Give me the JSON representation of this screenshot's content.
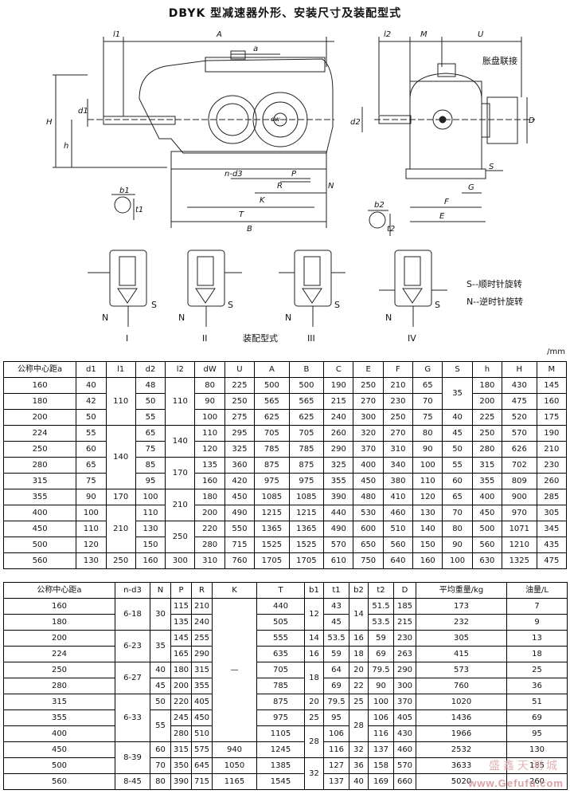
{
  "title": "DBYK 型减速器外形、安装尺寸及装配型式",
  "drawing": {
    "dims_left": [
      "l1",
      "A",
      "a",
      "H",
      "d1",
      "h",
      "n-d3",
      "P",
      "R",
      "K",
      "N",
      "T",
      "B",
      "b1",
      "t1"
    ],
    "dims_right": [
      "l2",
      "M",
      "U",
      "d2",
      "D",
      "G",
      "S",
      "F",
      "E",
      "b2",
      "t2"
    ],
    "coupling_label": "胀盘联接",
    "assembly_types": [
      "I",
      "II",
      "III",
      "IV"
    ],
    "rotation_s": "S",
    "rotation_n": "N",
    "legend_s": "S--顺时针旋转",
    "legend_n": "N--逆时针旋转",
    "assembly_caption": "装配型式",
    "dw_label": "dw"
  },
  "unit": "/mm",
  "table1": {
    "headers": [
      "公称中心距a",
      "d1",
      "l1",
      "d2",
      "l2",
      "dW",
      "U",
      "A",
      "B",
      "C",
      "E",
      "F",
      "G",
      "S",
      "h",
      "H",
      "M"
    ],
    "rows": [
      [
        "160",
        "40",
        "",
        "48",
        "",
        "80",
        "225",
        "500",
        "500",
        "190",
        "250",
        "210",
        "65",
        "",
        "180",
        "430",
        "145"
      ],
      [
        "180",
        "42",
        "",
        "50",
        "",
        "90",
        "250",
        "565",
        "565",
        "215",
        "270",
        "230",
        "70",
        "",
        "200",
        "475",
        "160"
      ],
      [
        "200",
        "50",
        "",
        "55",
        "",
        "100",
        "275",
        "625",
        "625",
        "240",
        "300",
        "250",
        "75",
        "40",
        "225",
        "520",
        "175"
      ],
      [
        "224",
        "55",
        "",
        "65",
        "",
        "110",
        "295",
        "705",
        "705",
        "260",
        "320",
        "270",
        "80",
        "45",
        "250",
        "570",
        "190"
      ],
      [
        "250",
        "60",
        "",
        "75",
        "",
        "120",
        "325",
        "785",
        "785",
        "290",
        "370",
        "310",
        "90",
        "50",
        "280",
        "626",
        "210"
      ],
      [
        "280",
        "65",
        "",
        "85",
        "",
        "135",
        "360",
        "875",
        "875",
        "325",
        "400",
        "340",
        "100",
        "55",
        "315",
        "702",
        "230"
      ],
      [
        "315",
        "75",
        "",
        "95",
        "",
        "160",
        "420",
        "975",
        "975",
        "355",
        "450",
        "380",
        "110",
        "60",
        "355",
        "809",
        "260"
      ],
      [
        "355",
        "90",
        "170",
        "100",
        "",
        "180",
        "450",
        "1085",
        "1085",
        "390",
        "480",
        "410",
        "120",
        "65",
        "400",
        "900",
        "285"
      ],
      [
        "400",
        "100",
        "",
        "110",
        "",
        "200",
        "490",
        "1215",
        "1215",
        "440",
        "530",
        "460",
        "130",
        "70",
        "450",
        "970",
        "305"
      ],
      [
        "450",
        "110",
        "",
        "130",
        "",
        "220",
        "550",
        "1365",
        "1365",
        "490",
        "600",
        "510",
        "140",
        "80",
        "500",
        "1071",
        "345"
      ],
      [
        "500",
        "120",
        "",
        "150",
        "",
        "280",
        "715",
        "1525",
        "1525",
        "570",
        "650",
        "560",
        "150",
        "90",
        "560",
        "1210",
        "435"
      ],
      [
        "560",
        "130",
        "250",
        "160",
        "300",
        "310",
        "760",
        "1705",
        "1705",
        "610",
        "750",
        "640",
        "160",
        "100",
        "630",
        "1325",
        "475"
      ]
    ],
    "merged": {
      "l1_110": "110",
      "l1_140": "140",
      "l1_210": "210",
      "l2_110": "110",
      "l2_140": "140",
      "l2_170": "170",
      "l2_210": "210",
      "l2_250": "250",
      "S_35": "35"
    }
  },
  "table2": {
    "headers": [
      "公称中心距a",
      "n-d3",
      "N",
      "P",
      "R",
      "K",
      "T",
      "b1",
      "t1",
      "b2",
      "t2",
      "D",
      "平均重量/kg",
      "油量/L"
    ],
    "rows": [
      [
        "160",
        "",
        "",
        "115",
        "210",
        "",
        "440",
        "",
        "43",
        "",
        "51.5",
        "185",
        "173",
        "7"
      ],
      [
        "180",
        "",
        "",
        "135",
        "240",
        "",
        "505",
        "",
        "45",
        "",
        "53.5",
        "215",
        "232",
        "9"
      ],
      [
        "200",
        "",
        "",
        "145",
        "255",
        "",
        "555",
        "14",
        "53.5",
        "16",
        "59",
        "230",
        "305",
        "13"
      ],
      [
        "224",
        "",
        "",
        "165",
        "290",
        "",
        "635",
        "16",
        "59",
        "18",
        "69",
        "263",
        "415",
        "18"
      ],
      [
        "250",
        "",
        "40",
        "180",
        "315",
        "",
        "705",
        "",
        "64",
        "20",
        "79.5",
        "290",
        "573",
        "25"
      ],
      [
        "280",
        "",
        "45",
        "200",
        "355",
        "",
        "785",
        "",
        "69",
        "22",
        "90",
        "300",
        "760",
        "36"
      ],
      [
        "315",
        "",
        "50",
        "220",
        "405",
        "",
        "875",
        "20",
        "79.5",
        "25",
        "100",
        "370",
        "1020",
        "51"
      ],
      [
        "355",
        "",
        "",
        "245",
        "450",
        "",
        "975",
        "25",
        "95",
        "",
        "106",
        "405",
        "1436",
        "69"
      ],
      [
        "400",
        "",
        "",
        "280",
        "510",
        "",
        "1105",
        "",
        "106",
        "",
        "116",
        "430",
        "1966",
        "95"
      ],
      [
        "450",
        "",
        "60",
        "315",
        "575",
        "940",
        "1245",
        "",
        "116",
        "32",
        "137",
        "460",
        "2532",
        "130"
      ],
      [
        "500",
        "",
        "70",
        "350",
        "645",
        "1050",
        "1385",
        "",
        "127",
        "36",
        "158",
        "570",
        "3633",
        "185"
      ],
      [
        "560",
        "8-45",
        "80",
        "390",
        "715",
        "1165",
        "1545",
        "",
        "137",
        "40",
        "169",
        "660",
        "5020",
        "260"
      ]
    ],
    "merged": {
      "nd3_618": "6-18",
      "nd3_623": "6-23",
      "nd3_627": "6-27",
      "nd3_633": "6-33",
      "nd3_839": "8-39",
      "N_30": "30",
      "N_35": "35",
      "N_55": "55",
      "K_dash": "—",
      "b1_12": "12",
      "b1_18": "18",
      "b1_28": "28",
      "b1_32": "32",
      "b2_14": "14",
      "b2_28": "28"
    }
  },
  "watermark": "www.Gefufu.com",
  "watermark_cn": "盛鑫天测城"
}
